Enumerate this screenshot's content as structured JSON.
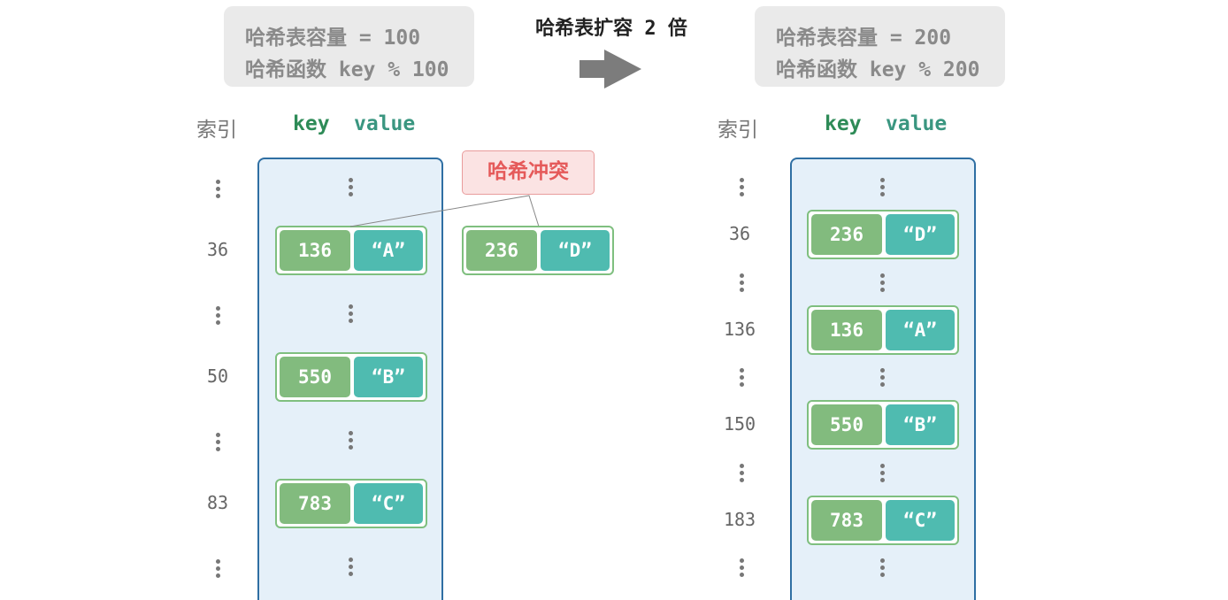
{
  "title": "哈希表扩容 2 倍",
  "before": {
    "info": {
      "capacity": "哈希表容量 = 100",
      "hash_fn": "哈希函数 key % 100"
    },
    "header": {
      "index": "索引",
      "key": "key",
      "value": "value"
    },
    "indices": [
      "36",
      "50",
      "83"
    ],
    "entries": [
      {
        "key": "136",
        "value": "“A”"
      },
      {
        "key": "550",
        "value": "“B”"
      },
      {
        "key": "783",
        "value": "“C”"
      }
    ],
    "collision_label": "哈希冲突",
    "collision_entry": {
      "key": "236",
      "value": "“D”"
    }
  },
  "after": {
    "info": {
      "capacity": "哈希表容量 = 200",
      "hash_fn": "哈希函数 key % 200"
    },
    "header": {
      "index": "索引",
      "key": "key",
      "value": "value"
    },
    "indices": [
      "36",
      "136",
      "150",
      "183"
    ],
    "entries": [
      {
        "key": "236",
        "value": "“D”"
      },
      {
        "key": "136",
        "value": "“A”"
      },
      {
        "key": "550",
        "value": "“B”"
      },
      {
        "key": "783",
        "value": "“C”"
      }
    ]
  },
  "colors": {
    "key_cell": "#82bb7e",
    "value_cell": "#4fbbb0",
    "table_bg": "#e5f0f9",
    "table_border": "#2f6fa3",
    "collision": "#e55a5a"
  }
}
